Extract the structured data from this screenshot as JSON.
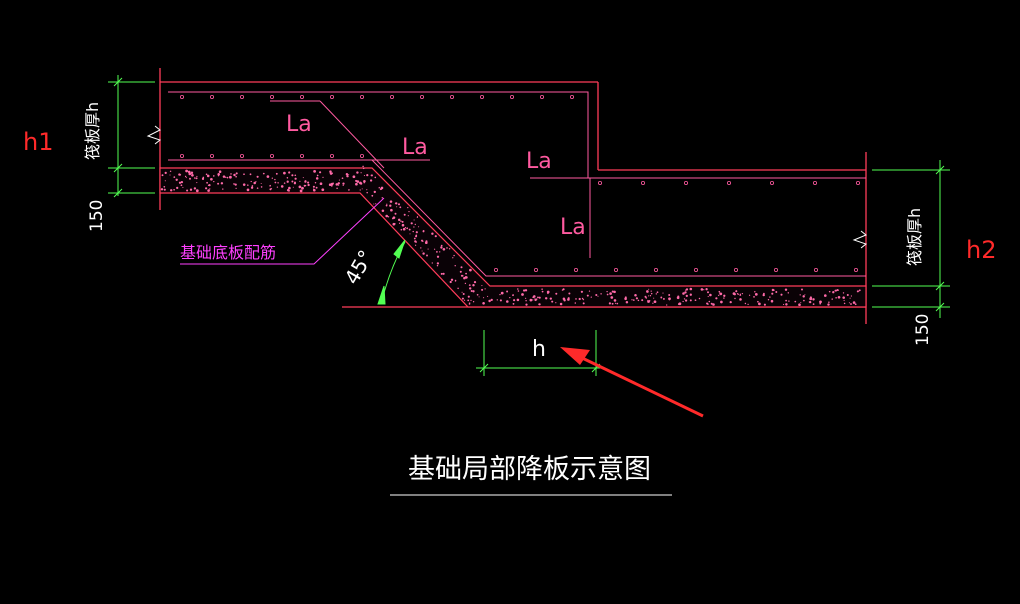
{
  "diagram": {
    "title": "基础局部降板示意图",
    "labels": {
      "h1": "h1",
      "h2": "h2",
      "la": "La",
      "h": "h",
      "angle": "45°",
      "bottom_rebar": "基础底板配筋",
      "thickness_left": "筏板厚h",
      "thickness_right": "筏板厚h",
      "cover_left": "150",
      "cover_right": "150"
    },
    "colors": {
      "background": "#000000",
      "concrete_line": "#ff3c5a",
      "rebar": "#ff5aa0",
      "dimension": "#52ff52",
      "label_magenta": "#ff40ff",
      "annotation_red": "#ff2a2a",
      "text_white": "#ffffff"
    }
  }
}
